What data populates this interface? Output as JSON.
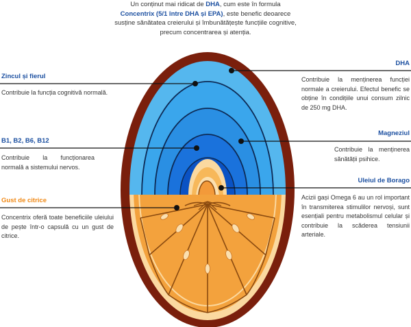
{
  "intro": {
    "part1": "Un conținut mai ridicat de ",
    "dha": "DHA",
    "part2": ", cum este în formula",
    "brand": "Concentrix (5/1 între DHA și EPA)",
    "part3": ", este benefic deoarece susține sănătatea creierului și îmbunătățește funcțiile cognitive, precum concentrarea și atenția."
  },
  "callouts": {
    "zinc": {
      "title": "Zincul și fierul",
      "text": "Contribuie la funcția cognitivă normală."
    },
    "vitb": {
      "title": "B1, B2, B6, B12",
      "text": "Contribuie la funcționarea normală a sistemului nervos."
    },
    "citrus": {
      "title": "Gust de citrice",
      "text": "Concentrix oferă toate beneficiile uleiului de pește într-o capsulă cu un gust de citrice."
    },
    "dha": {
      "title": "DHA",
      "text": "Contribuie la menținerea funcției normale a creierului. Efectul benefic se obține în condițiile unui consum zilnic de 250 mg DHA."
    },
    "magnesium": {
      "title": "Magneziul",
      "text": "Contribuie la menținerea sănătății psihice."
    },
    "borage": {
      "title": "Uleiul de Borago",
      "text": "Acizii gași Omega 6 au un rol important în transmiterea stimulilor nervoși, sunt esențiali pentru metabolismul celular și contribuie la scăderea tensiunii arteriale."
    }
  },
  "colors": {
    "outer_shell": "#7a1f0c",
    "blue_outer": "#55b7ee",
    "blue_mid": "#2e9ae6",
    "blue_deep": "#1a72dc",
    "blue_core": "#0a52c4",
    "ring_line": "#0d2a55",
    "orange_light": "#f7b85a",
    "orange_main": "#f3a23d",
    "orange_pale": "#fbd9a0",
    "segment_line": "#8a4a10",
    "pointer": "#111111",
    "title_blue": "#1b4fa0",
    "title_orange": "#f08a18"
  }
}
